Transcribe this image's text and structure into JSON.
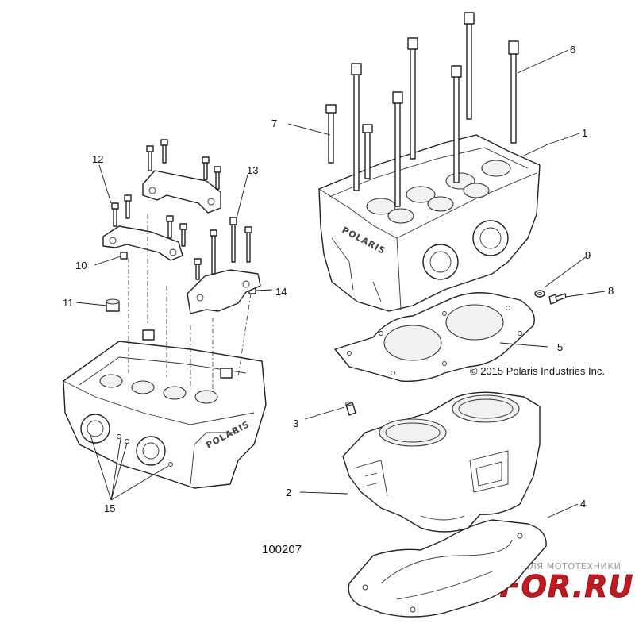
{
  "diagram_id": "100207",
  "copyright": "© 2015 Polaris Industries Inc.",
  "brand_mark": "POLARIS",
  "watermark": {
    "tagline": "ЗАПЧАСТИ И АКСЕССУАРЫ ДЛЯ МОТОТЕХНИКИ",
    "site": "PARTSFOR.RU"
  },
  "callouts": [
    "1",
    "2",
    "3",
    "4",
    "5",
    "6",
    "7",
    "8",
    "9",
    "10",
    "11",
    "12",
    "13",
    "14",
    "15"
  ],
  "colors": {
    "line": "#222222",
    "watermark_red": "#c8161d"
  }
}
